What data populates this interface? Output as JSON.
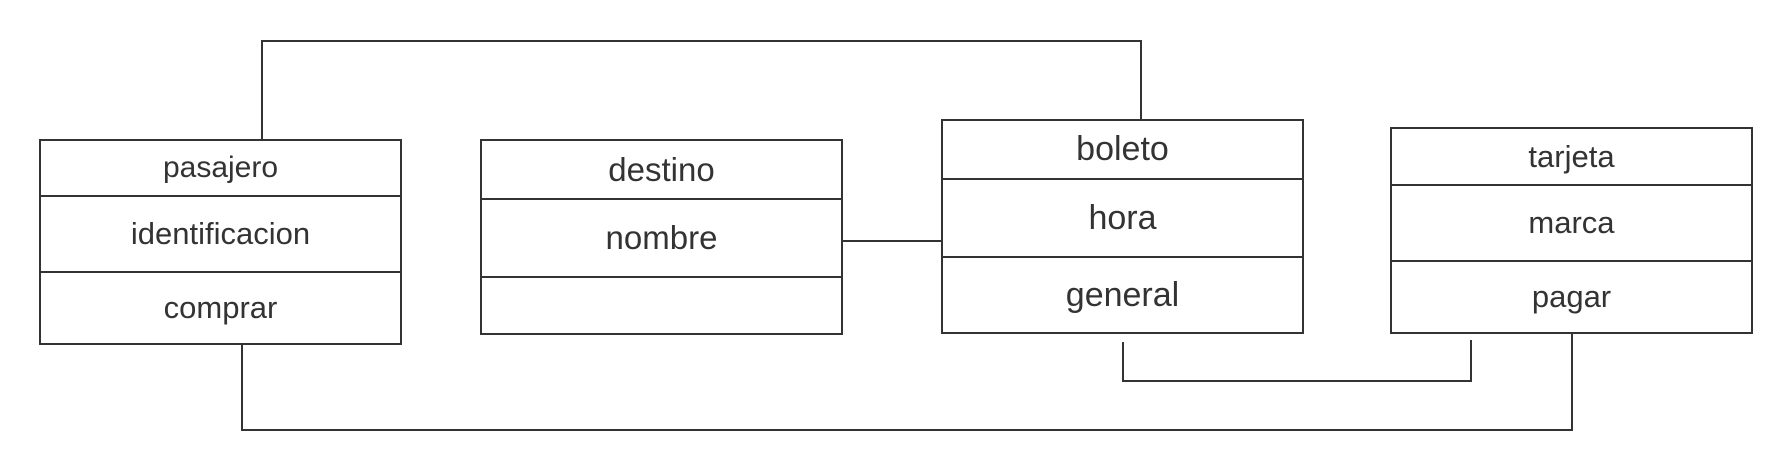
{
  "diagram": {
    "line_color": "#333333",
    "classes": {
      "pasajero": {
        "name": "pasajero",
        "attribute": "identificacion",
        "method": "comprar"
      },
      "destino": {
        "name": "destino",
        "attribute": "nombre",
        "method": ""
      },
      "boleto": {
        "name": "boleto",
        "attribute": "hora",
        "method": "general"
      },
      "tarjeta": {
        "name": "tarjeta",
        "attribute": "marca",
        "method": "pagar"
      }
    }
  }
}
